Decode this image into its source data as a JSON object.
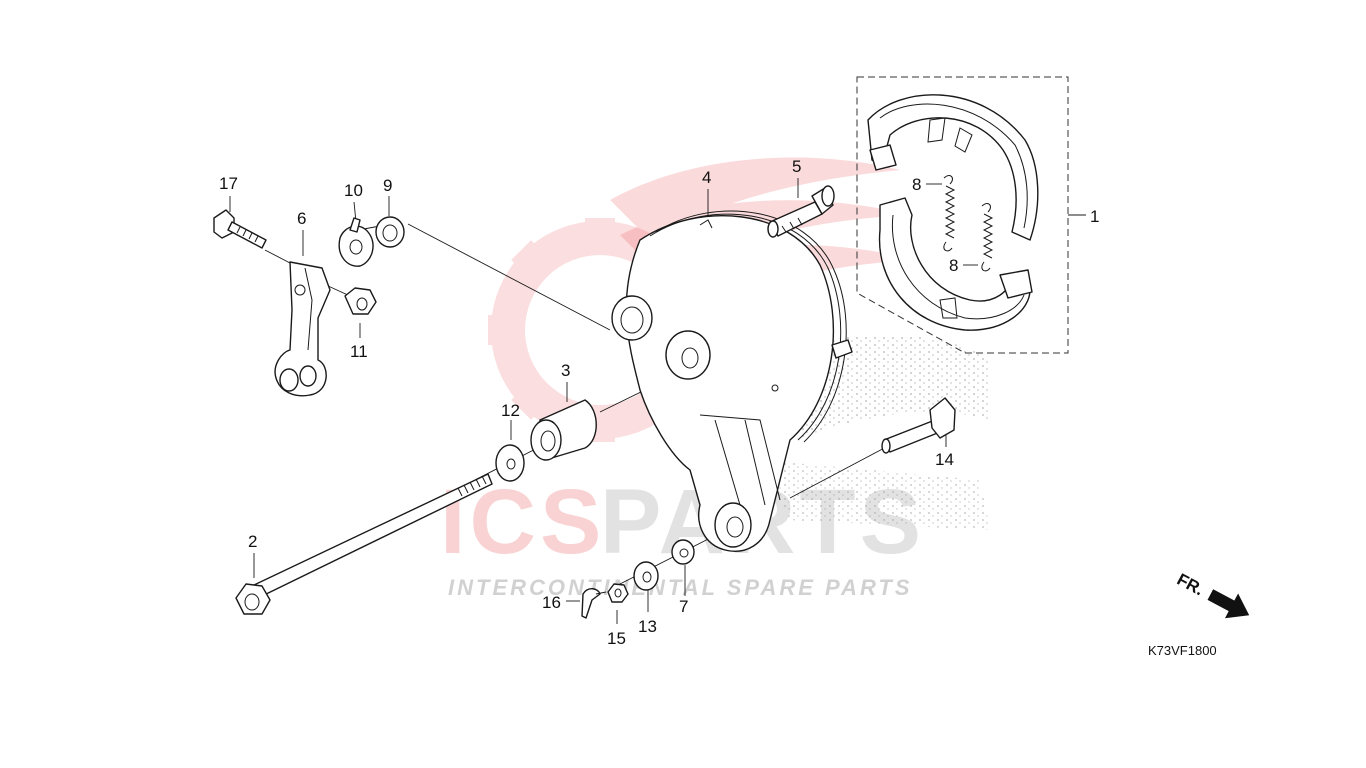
{
  "diagram": {
    "drawing_code": "K73VF1800",
    "direction_label": "FR.",
    "callouts": [
      "1",
      "2",
      "3",
      "4",
      "5",
      "6",
      "7",
      "8",
      "8",
      "9",
      "10",
      "11",
      "12",
      "13",
      "14",
      "15",
      "16",
      "17"
    ]
  },
  "watermark": {
    "brand_ics": "ICS",
    "brand_parts": "PARTS",
    "tagline": "INTERCONTINENTAL SPARE PARTS",
    "colors": {
      "red": "#e8383d",
      "gray": "#9a9a9a"
    }
  }
}
